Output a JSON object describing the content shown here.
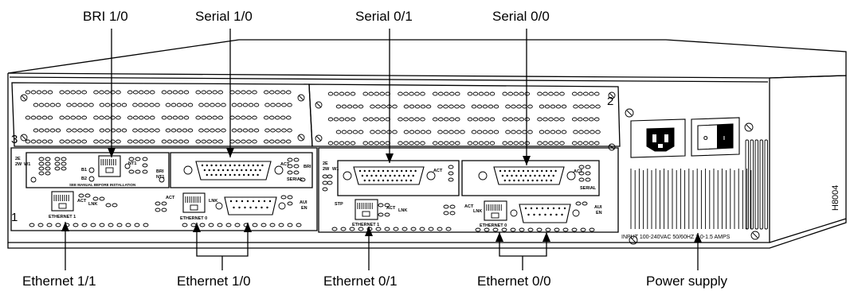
{
  "callouts_top": {
    "bri_1_0": "BRI 1/0",
    "serial_1_0": "Serial 1/0",
    "serial_0_1": "Serial 0/1",
    "serial_0_0": "Serial 0/0"
  },
  "callouts_bottom": {
    "ethernet_1_1": "Ethernet 1/1",
    "ethernet_1_0": "Ethernet 1/0",
    "ethernet_0_1": "Ethernet 0/1",
    "ethernet_0_0": "Ethernet 0/0",
    "power_supply": "Power supply"
  },
  "slots": {
    "slot1": "1",
    "slot2": "2",
    "slot3": "3"
  },
  "panel_labels": {
    "two_e_left": "2E",
    "two_w_left": "2W",
    "w1_left": "W1",
    "b1": "B1",
    "b2": "B2",
    "nt1": "NT1",
    "bri_nt1_a": "BRI",
    "bri_nt1_b": "NT1",
    "see_manual": "SEE MANUAL BEFORE INSTALLATION",
    "ethernet1_left": "ETHERNET 1",
    "ethernet0_left": "ETHERNET 0",
    "act": "ACT",
    "lnk": "LNK",
    "aui_en": "AUI",
    "en": "EN",
    "serial": "SERIAL",
    "bri0": "BRI",
    "two_e_right": "2E",
    "two_w_right": "2W",
    "w1_right": "W1",
    "stp": "STP",
    "ethernet1_right": "ETHERNET 1",
    "ethernet0_right": "ETHERNET 0",
    "input_rating": "INPUT 100-240VAC  50/60HZ  3.0-1.5 AMPS",
    "power_o": "O",
    "power_i": "I"
  },
  "side_marking": "H8004"
}
